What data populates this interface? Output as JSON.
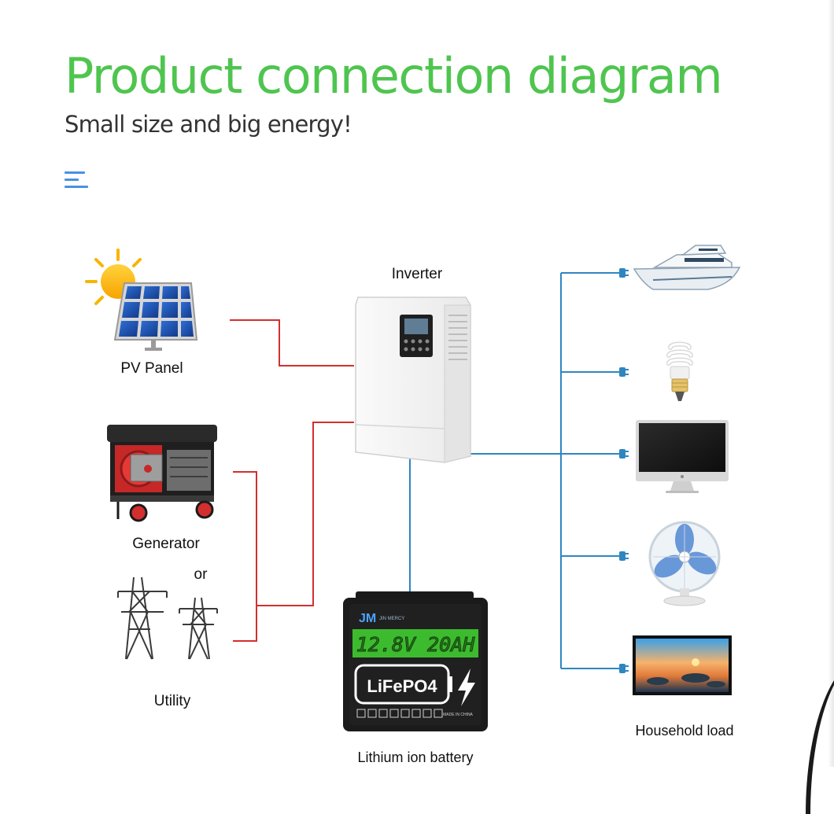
{
  "header": {
    "title": "Product connection diagram",
    "subtitle": "Small size and big energy!"
  },
  "labels": {
    "inverter": "Inverter",
    "pv_panel": "PV Panel",
    "generator": "Generator",
    "or": "or",
    "utility": "Utility",
    "battery": "Lithium ion battery",
    "household_load": "Household load"
  },
  "battery": {
    "voltage_capacity": "12.8V 20AH",
    "chemistry": "LiFePO4",
    "brand": "JM",
    "brand_sub": "JIN MERCY",
    "made_in": "MADE IN CHINA"
  },
  "icons": {
    "menu": "menu-icon",
    "sun": "sun-icon",
    "solar_panel": "solar-panel-icon",
    "generator": "generator-icon",
    "pylon": "power-pylon-icon",
    "inverter": "inverter-icon",
    "battery": "battery-icon",
    "bolt": "lightning-bolt-icon",
    "plug": "plug-icon",
    "yacht": "yacht-icon",
    "bulb": "light-bulb-icon",
    "monitor": "monitor-icon",
    "fan": "fan-icon",
    "tv": "tv-icon"
  },
  "colors": {
    "title": "#4fc54f",
    "accent_menu": "#4a90e2",
    "input_lines": "#d32f2f",
    "output_lines": "#2e86c1",
    "battery_green": "#3dbb2f"
  }
}
